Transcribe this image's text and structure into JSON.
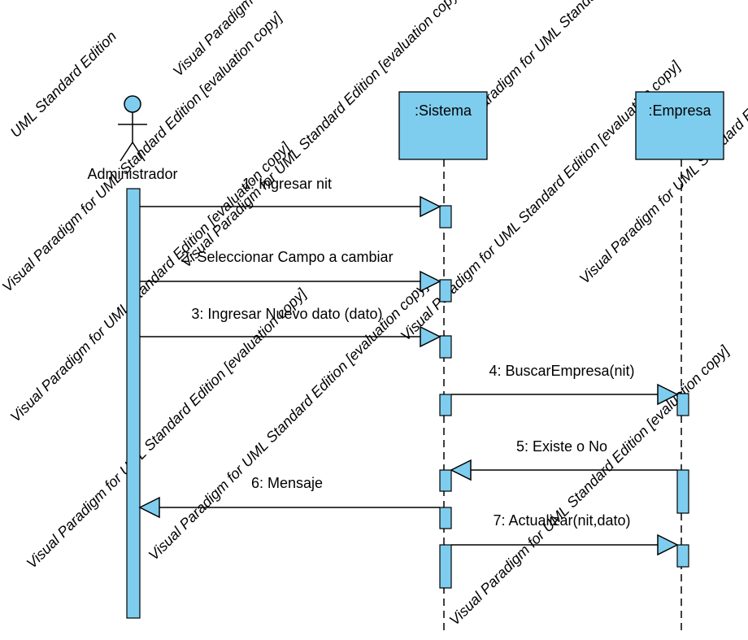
{
  "colors": {
    "fill": "#7fcdee",
    "stroke": "#000000",
    "watermark": "#7a7a7a",
    "background": "#ffffff"
  },
  "actor": {
    "label": "Administrador"
  },
  "objects": [
    {
      "id": "sistema",
      "label": ":Sistema"
    },
    {
      "id": "empresa",
      "label": ":Empresa"
    }
  ],
  "messages": [
    {
      "label": "1: Ingresar nit",
      "from": "Administrador",
      "to": ":Sistema"
    },
    {
      "label": "2: Seleccionar Campo a cambiar",
      "from": "Administrador",
      "to": ":Sistema"
    },
    {
      "label": "3: Ingresar Nuevo dato (dato)",
      "from": "Administrador",
      "to": ":Sistema"
    },
    {
      "label": "4: BuscarEmpresa(nit)",
      "from": ":Sistema",
      "to": ":Empresa"
    },
    {
      "label": "5: Existe o No",
      "from": ":Empresa",
      "to": ":Sistema"
    },
    {
      "label": "6: Mensaje",
      "from": ":Sistema",
      "to": "Administrador"
    },
    {
      "label": "7: Actualizar(nit,dato)",
      "from": ":Sistema",
      "to": ":Empresa"
    }
  ],
  "watermark": {
    "phrases": [
      "UML Standard Edition",
      "Visual Paradigm for UML Standard Edition [evaluation copy]",
      "Visual Paradigm for UML Standard Edition [evaluation copy]",
      "Visual Paradigm for UML Standard Edition [evaluation copy]",
      "Visual Paradigm for UML Standard Edition [evaluation copy]",
      "Visual Paradigm for UML Standard Edition [evaluation copy]",
      "Visual Paradigm for UML Standard Edition [evaluation copy]",
      "Visual Paradigm for UML Standard Edition [evaluation copy]",
      "Visual Paradigm for UML Standard Edition [evaluation copy]",
      "Visual Paradigm for UML Standard Edition [evaluation copy]",
      "Visual Paradigm for UML Standard Edition [evaluation copy]"
    ]
  }
}
